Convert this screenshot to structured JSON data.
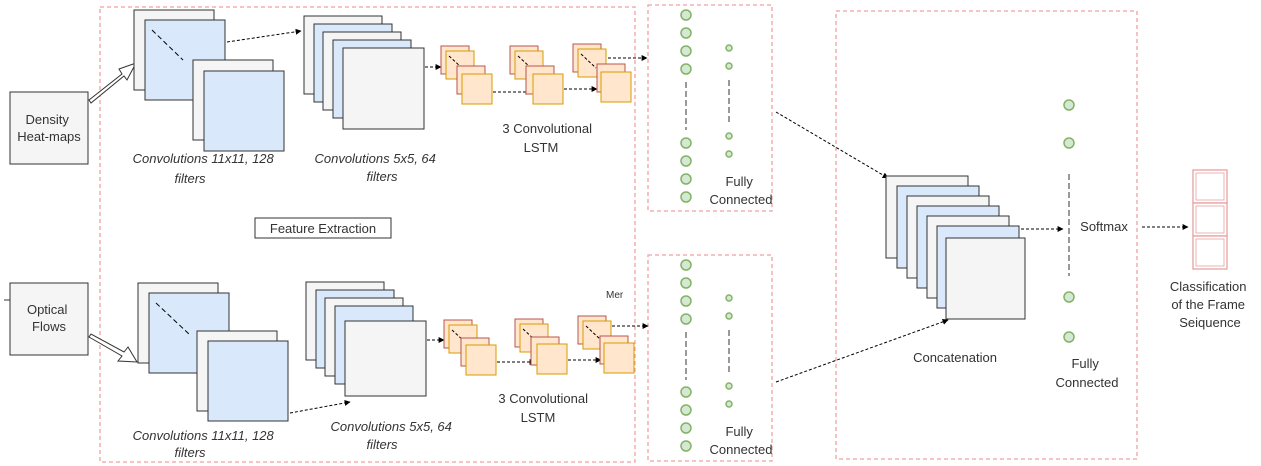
{
  "inputs": {
    "top": [
      "Density",
      "Heat-maps"
    ],
    "bottom": [
      "Optical",
      "Flows"
    ]
  },
  "top_branch": {
    "conv11": [
      "Convolutions 11x11, 128",
      "filters"
    ],
    "conv5": [
      "Convolutions 5x5, 64",
      "filters"
    ],
    "lstm": [
      "3 Convolutional",
      "LSTM"
    ],
    "fc": [
      "Fully",
      "Connected"
    ]
  },
  "bottom_branch": {
    "conv11": [
      "Convolutions 11x11, 128",
      "filters"
    ],
    "conv5": [
      "Convolutions 5x5, 64",
      "filters"
    ],
    "lstm": [
      "3 Convolutional",
      "LSTM"
    ],
    "fc": [
      "Fully",
      "Connected"
    ],
    "stray_label": "Mer"
  },
  "feature_extraction": "Feature Extraction",
  "concatenation": "Concatenation",
  "final_fc": [
    "Fully",
    "Connected"
  ],
  "softmax": "Softmax",
  "output": [
    "Classification",
    "of the Frame",
    "Seiquence"
  ],
  "colors": {
    "blue_fill": "#dae8fc",
    "grey_fill": "#f5f5f5",
    "stroke": "#333333",
    "orange_fill": "#ffe6cc",
    "orange_stroke": "#d79b00",
    "red_stroke": "#b85450",
    "green_fill": "#d5e8d4",
    "green_stroke": "#82b366",
    "dashed_pink": "#f0a0a0"
  }
}
